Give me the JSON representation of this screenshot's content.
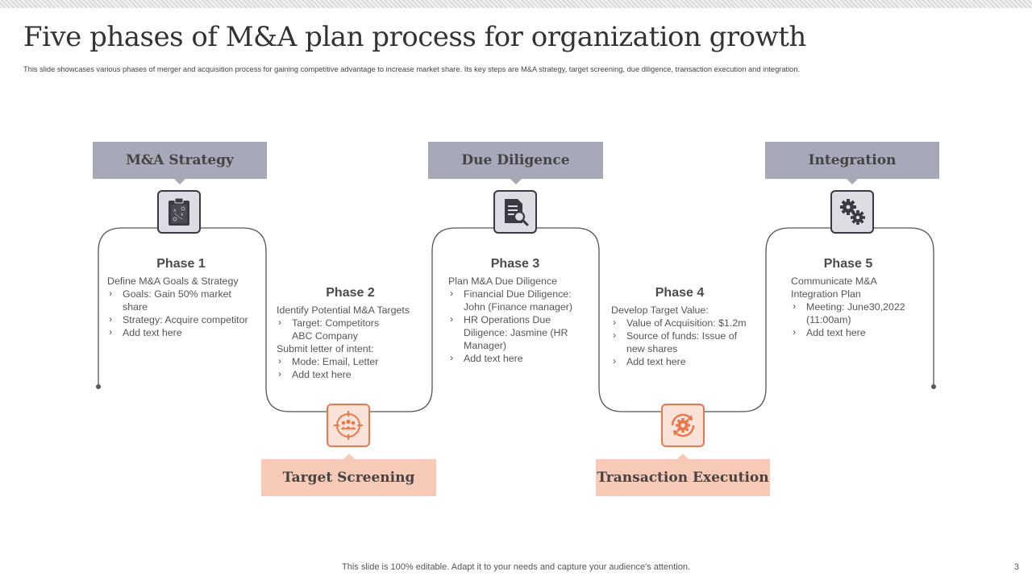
{
  "slide": {
    "title": "Five phases of M&A plan process for organization growth",
    "subtitle": "This slide showcases various phases of merger and acquisition process for gaining competitive advantage to increase market share. Its key steps are M&A strategy, target screening, due diligence, transaction execution and integration.",
    "footer": "This slide is 100% editable. Adapt it to your needs and capture your audience's attention.",
    "page_number": "3"
  },
  "colors": {
    "label_gray": "#a8a9b8",
    "label_peach": "#f7c9b7",
    "icon_gray_border": "#3a3a44",
    "icon_peach_border": "#e8794e",
    "connector": "#555555"
  },
  "labels": {
    "strategy": "M&A Strategy",
    "screening": "Target Screening",
    "diligence": "Due Diligence",
    "execution": "Transaction Execution",
    "integration": "Integration"
  },
  "icons": {
    "strategy": "clipboard-strategy-icon",
    "screening": "target-team-icon",
    "diligence": "document-search-icon",
    "execution": "gear-refresh-icon",
    "integration": "gears-icon"
  },
  "phases": [
    {
      "title": "Phase 1",
      "intro": "Define  M&A Goals & Strategy",
      "bullets": [
        "Goals: Gain 50% market share",
        "Strategy: Acquire competitor",
        "Add text here"
      ]
    },
    {
      "title": "Phase 2",
      "intro": "Identify Potential M&A Targets",
      "bullets": [
        "Target:  Competitors ABC Company"
      ],
      "intro2": "Submit letter of intent:",
      "bullets2": [
        "Mode: Email, Letter",
        "Add text here"
      ]
    },
    {
      "title": "Phase 3",
      "intro": "Plan M&A Due Diligence",
      "bullets": [
        "Financial Due Diligence: John (Finance manager)",
        "HR Operations Due Diligence: Jasmine (HR Manager)",
        "Add text here"
      ]
    },
    {
      "title": "Phase 4",
      "intro": "Develop Target Value:",
      "bullets": [
        "Value of Acquisition: $1.2m",
        "Source of funds:  Issue of new shares",
        "Add text here"
      ]
    },
    {
      "title": "Phase 5",
      "intro": "Communicate M&A Integration Plan",
      "bullets": [
        "Meeting: June30,2022 (11:00am)",
        "Add text here"
      ]
    }
  ]
}
